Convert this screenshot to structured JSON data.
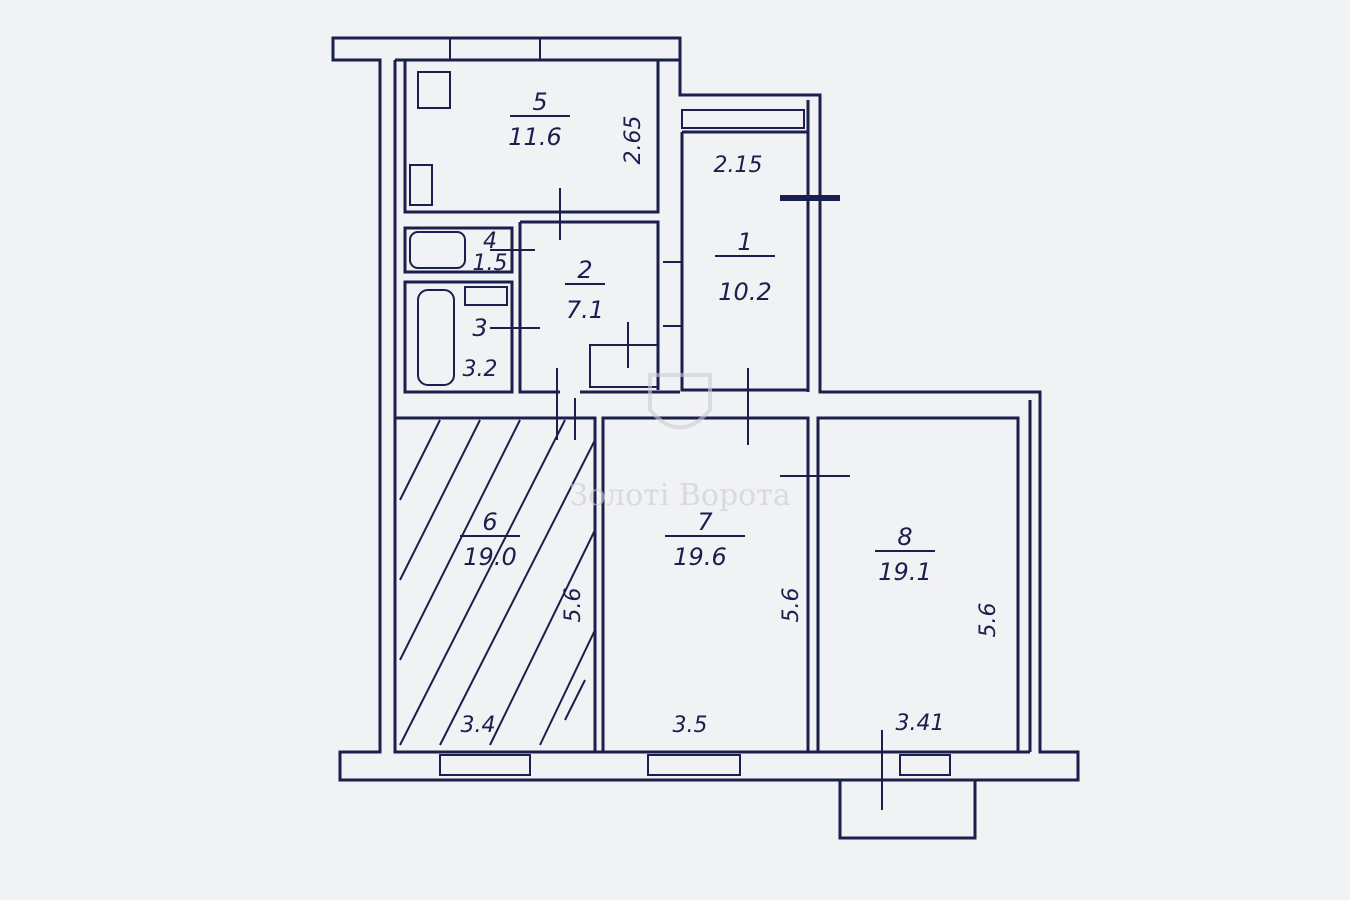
{
  "plan": {
    "colors": {
      "ink": "#1b1f4d",
      "paper": "#f1f2f4"
    },
    "watermark": "Золоті Ворота",
    "rooms": [
      {
        "number": "1",
        "area": "10.2"
      },
      {
        "number": "2",
        "area": "7.1"
      },
      {
        "number": "3",
        "area": "3.2"
      },
      {
        "number": "4",
        "area": "1.5"
      },
      {
        "number": "5",
        "area": "11.6"
      },
      {
        "number": "6",
        "area": "19.0",
        "hatched": true
      },
      {
        "number": "7",
        "area": "19.6"
      },
      {
        "number": "8",
        "area": "19.1"
      }
    ],
    "dimensions": {
      "kitchen_depth": "2.65",
      "room1_width": "2.15",
      "room6_length": "5.6",
      "room7_length": "5.6",
      "room8_length": "5.6",
      "room6_width": "3.4",
      "room7_width": "3.5",
      "room8_width": "3.41"
    }
  }
}
